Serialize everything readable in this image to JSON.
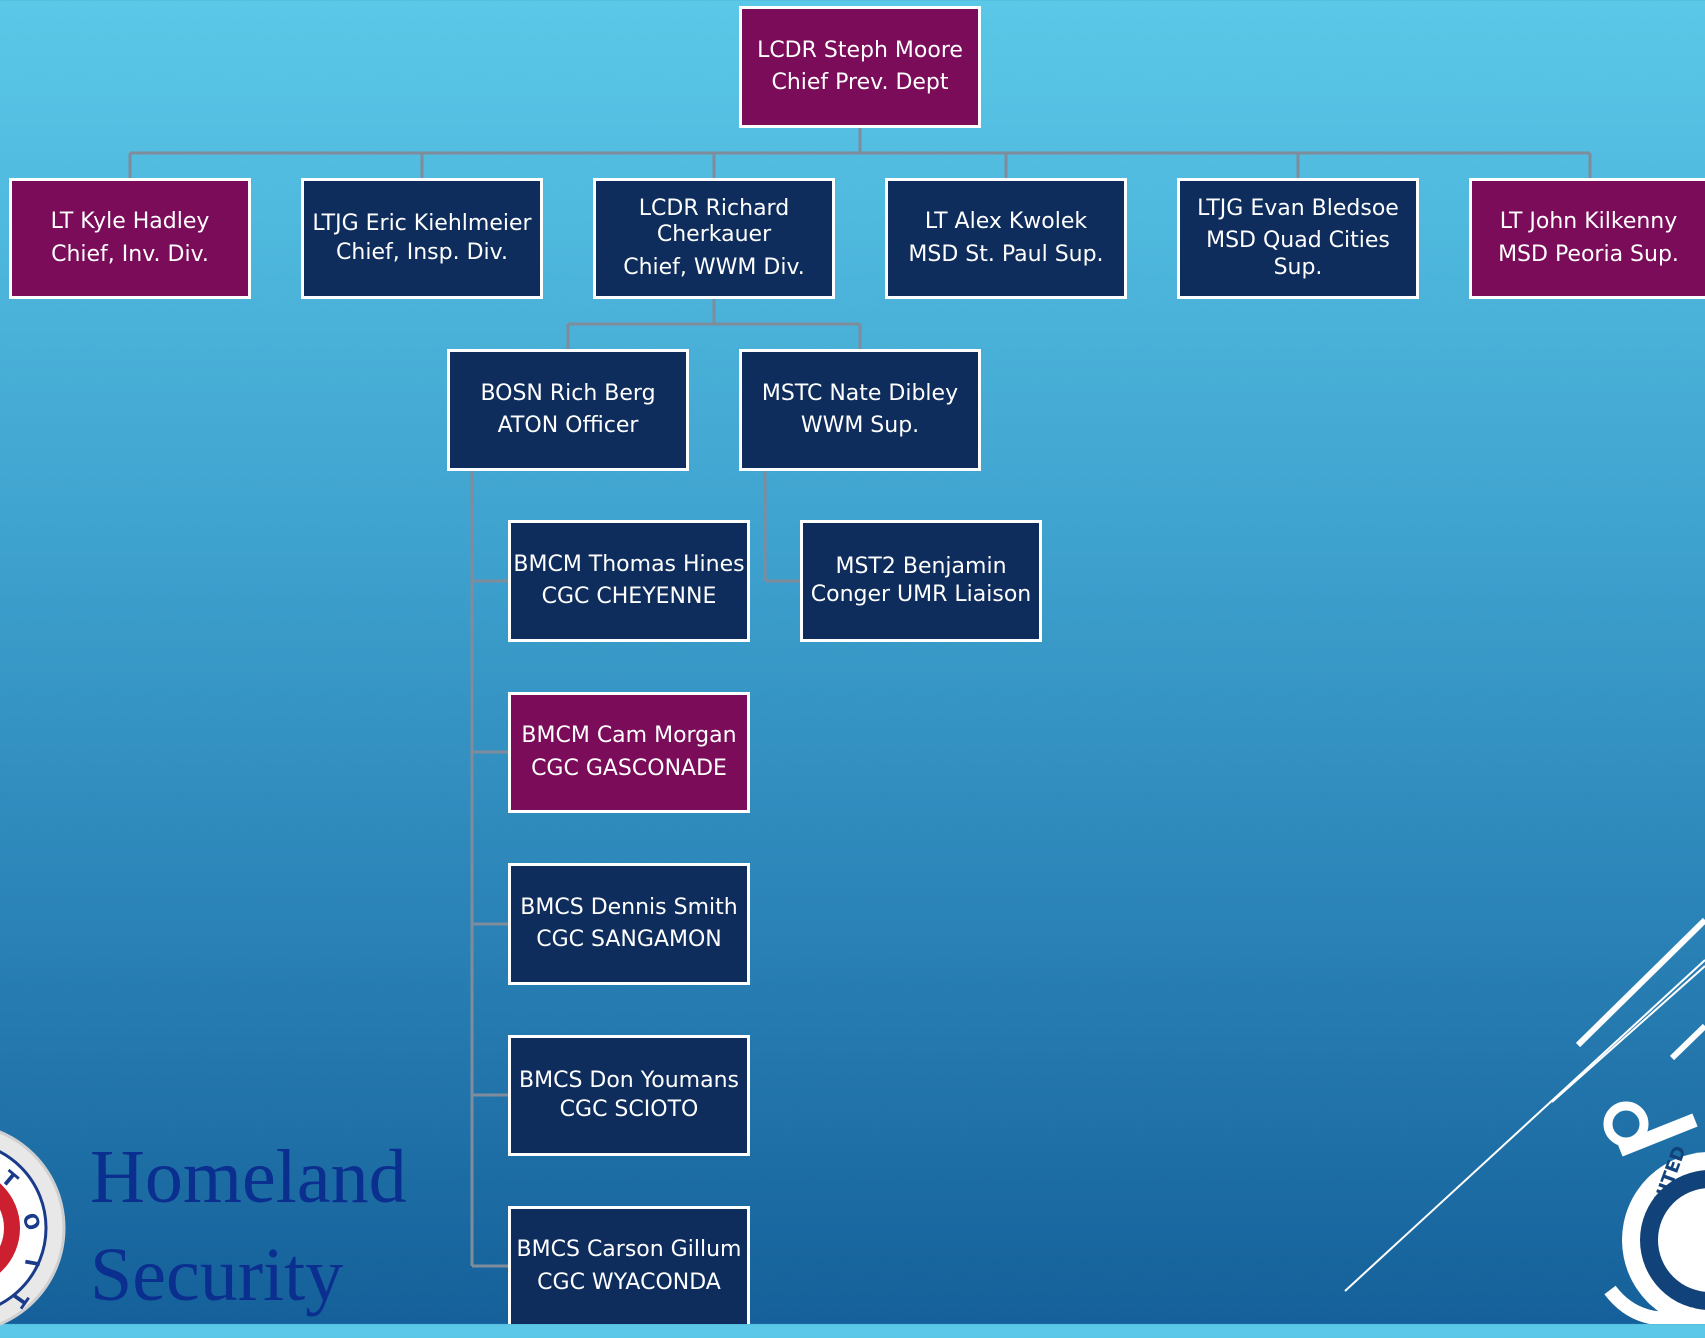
{
  "org_chart": {
    "root": {
      "line1": "LCDR Steph Moore",
      "line2": "Chief Prev. Dept",
      "color": "#7a0c5a"
    },
    "divisions": [
      {
        "line1": "LT Kyle Hadley",
        "line2": "Chief, Inv. Div.",
        "color": "#7a0c5a"
      },
      {
        "line1": "LTJG Eric Kiehlmeier",
        "line2": "Chief, Insp. Div.",
        "color": "#0e2d5c"
      },
      {
        "line1": "LCDR Richard Cherkauer",
        "line2": "Chief, WWM Div.",
        "color": "#0e2d5c"
      },
      {
        "line1": "LT Alex Kwolek",
        "line2": "MSD St. Paul Sup.",
        "color": "#0e2d5c"
      },
      {
        "line1": "LTJG Evan Bledsoe",
        "line2": "MSD Quad Cities Sup.",
        "color": "#0e2d5c"
      },
      {
        "line1": "LT John Kilkenny",
        "line2": "MSD Peoria Sup.",
        "color": "#7a0c5a"
      }
    ],
    "wwm_staff": [
      {
        "line1": "BOSN Rich Berg",
        "line2": "ATON Officer",
        "color": "#0e2d5c"
      },
      {
        "line1": "MSTC Nate Dibley",
        "line2": "WWM Sup.",
        "color": "#0e2d5c"
      }
    ],
    "aton_reports": [
      {
        "line1": "BMCM Thomas Hines",
        "line2": "CGC CHEYENNE",
        "color": "#0e2d5c"
      },
      {
        "line1": "BMCM Cam Morgan",
        "line2": "CGC GASCONADE",
        "color": "#7a0c5a"
      },
      {
        "line1": "BMCS Dennis Smith",
        "line2": "CGC SANGAMON",
        "color": "#0e2d5c"
      },
      {
        "line1": "BMCS Don Youmans",
        "line2": "CGC SCIOTO",
        "color": "#0e2d5c"
      },
      {
        "line1": "BMCS Carson Gillum",
        "line2": "CGC WYACONDA",
        "color": "#0e2d5c"
      }
    ],
    "wwm_reports": [
      {
        "line1": "MST2 Benjamin",
        "line2": "Conger UMR Liaison",
        "color": "#0e2d5c"
      }
    ]
  },
  "branding": {
    "homeland_line1": "Homeland",
    "homeland_line2": "Security",
    "dhs_seal_icon": "dhs-seal-icon",
    "uscg_icon": "uscg-emblem-icon"
  },
  "colors": {
    "navy_box": "#0e2d5c",
    "magenta_box": "#7a0c5a",
    "connector": "#7f8c9c",
    "homeland_text": "#0a2f8f"
  }
}
